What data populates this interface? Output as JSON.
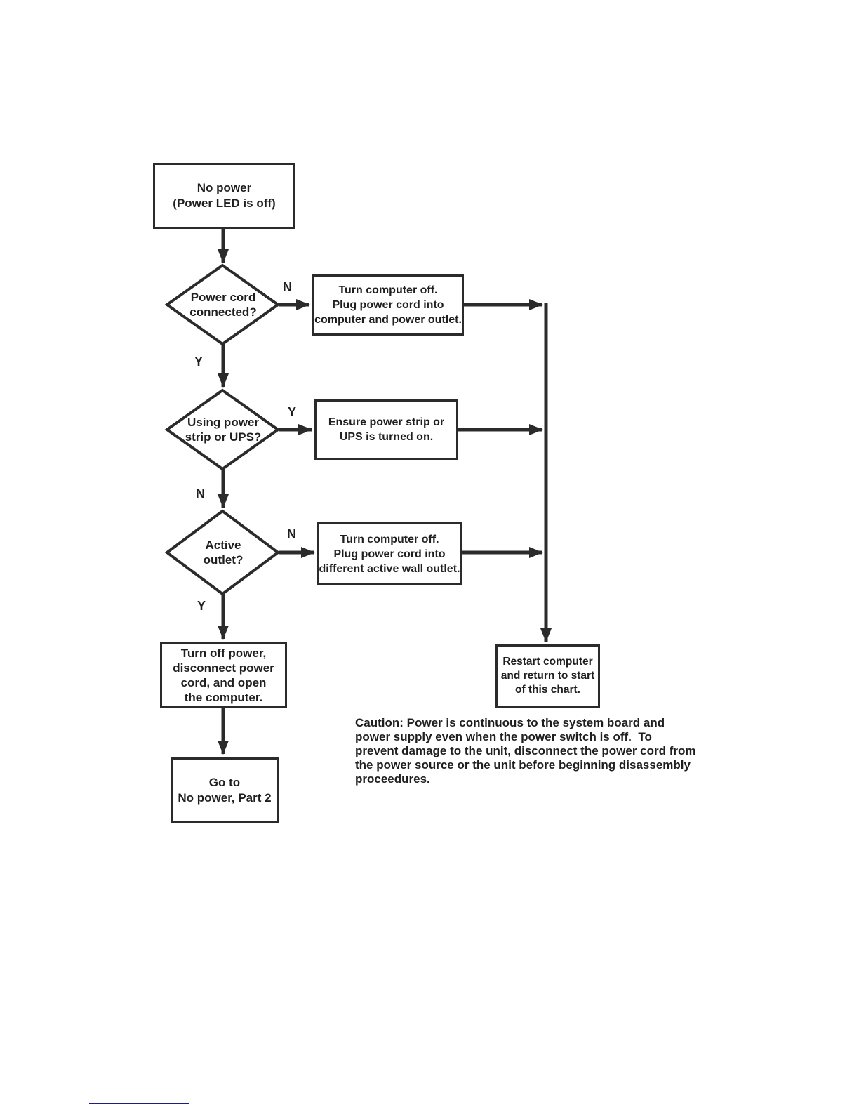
{
  "page": {
    "background_color": "#ffffff",
    "line_color": "#2b2b2b",
    "footnote_rule_color": "#1b1b8a"
  },
  "flowchart": {
    "start": "No power\n(Power LED is off)",
    "decision_power_cord": "Power cord\nconnected?",
    "action_plug_into_outlet": "Turn computer off.\nPlug power cord into\ncomputer and power outlet.",
    "decision_power_strip": "Using power\nstrip or UPS?",
    "action_ensure_strip_on": "Ensure power strip or\nUPS is turned on.",
    "decision_active_outlet": "Active\noutlet?",
    "action_different_outlet": "Turn computer off.\nPlug power cord into\ndifferent active wall outlet.",
    "action_open_computer": "Turn off power,\ndisconnect power\ncord, and open\nthe computer.",
    "goto_part2": "Go to\nNo power, Part 2",
    "action_restart": "Restart computer\nand return to start\nof this chart.",
    "labels": {
      "power_cord_no": "N",
      "power_cord_yes": "Y",
      "power_strip_yes": "Y",
      "power_strip_no": "N",
      "active_outlet_no": "N",
      "active_outlet_yes": "Y"
    }
  },
  "caution": {
    "text": "Caution: Power is continuous to the system board and\npower supply even when the power switch is off.  To\nprevent damage to the unit, disconnect the power cord from\nthe power source or the unit before beginning disassembly\nproceedures."
  }
}
